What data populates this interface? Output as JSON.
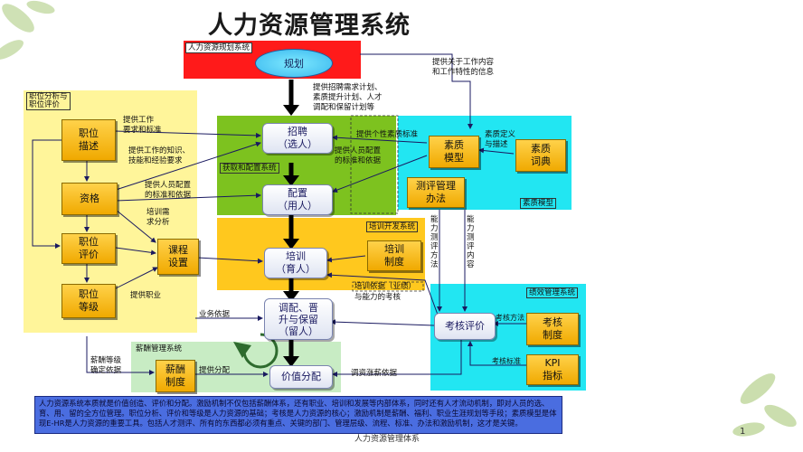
{
  "title": "人力资源管理系统",
  "regions": {
    "planning": "人力资源规划系统",
    "job_analysis": [
      "职位分析与",
      "职位评价"
    ],
    "recruitment": "获取和配置系统",
    "competency": "素质模型",
    "training": "培训开发系统",
    "performance": "绩效管理系统",
    "compensation": "薪酬管理系统"
  },
  "nodes": {
    "plan": "规划",
    "job_desc": [
      "职位",
      "描述"
    ],
    "qualification": "资格",
    "job_eval": [
      "职位",
      "评价"
    ],
    "job_level": [
      "职位",
      "等级"
    ],
    "course": [
      "课程",
      "设置"
    ],
    "recruit": [
      "招聘",
      "（选人）"
    ],
    "allocate": [
      "配置",
      "（用人）"
    ],
    "train": [
      "培训",
      "（育人）"
    ],
    "retain": [
      "调配、晋",
      "升与保留",
      "（留人）"
    ],
    "value_dist": "价值分配",
    "salary": [
      "薪酬",
      "制度"
    ],
    "comp_model": [
      "素质",
      "模型"
    ],
    "comp_dict": [
      "素质",
      "词典"
    ],
    "assess_method": [
      "测评管理",
      "办法"
    ],
    "train_system": [
      "培训",
      "制度"
    ],
    "appraisal": "考核评价",
    "appraisal_system": [
      "考核",
      "制度"
    ],
    "kpi": [
      "KPI",
      "指标"
    ]
  },
  "notes": {
    "provide_job_info": [
      "提供关于工作内容",
      "和工作特性的信息"
    ],
    "provide_recruit_plan": [
      "提供招聘需求计划、",
      "素质提升计划、人才",
      "调配和保留计划等"
    ],
    "provide_work_req": [
      "提供工作",
      "要求和标准"
    ],
    "provide_knowledge": [
      "提供工作的知识、",
      "技能和经验要求"
    ],
    "provide_staffing": [
      "提供人员配置",
      "的标准和依据"
    ],
    "training_needs": [
      "培训需",
      "求分析"
    ],
    "provide_level": "提供职业",
    "provide_quality_std": "提供个性素质标准",
    "provide_staffing2": [
      "提供人员配置",
      "的标准和依据"
    ],
    "quality_def": [
      "素质定义",
      "与描述"
    ],
    "ability_method": [
      "能",
      "力",
      "测",
      "评",
      "方",
      "法"
    ],
    "ability_content": [
      "能",
      "力",
      "测",
      "评",
      "内",
      "容"
    ],
    "training_basis": "培训依据（业绩）",
    "ability_assess": "与能力的考核",
    "business_basis": "业务依据",
    "salary_grade": [
      "薪酬等级",
      "确定依据"
    ],
    "provide_dist": "提供分配",
    "raise_basis": "调资涨薪依据",
    "assess_method_label": "考核方法",
    "assess_std_label": "考核标准"
  },
  "footer": {
    "text": "人力资源系统本质就是价值创造、评价和分配。激励机制不仅包括薪酬体系，还有职业、培训和发展等内部体系，同时还有人才流动机制，即对人员的选、育、用、留的全方位管理。职位分析、评价和等级是人力资源的基础；考核是人力资源的核心；激励机制是薪酬、福利、职业生涯规划等手段；素质模型是体现E-HR是人力资源的重要工具。包括人才测评、所有的东西都必须有重点、关键的部门、管理层级、流程、标准、办法和激励机制，这才是关键。",
    "caption": "人力资源管理体系",
    "page_number": "1"
  },
  "colors": {
    "red": "#ff1a1a",
    "yellow_region": "#fff59a",
    "green_region": "#7dc21f",
    "cyan_region": "#22e6f2",
    "orange_region": "#ffc81e",
    "lightgreen_region": "#c8ecc4",
    "footer_blue": "#4a6de0"
  }
}
